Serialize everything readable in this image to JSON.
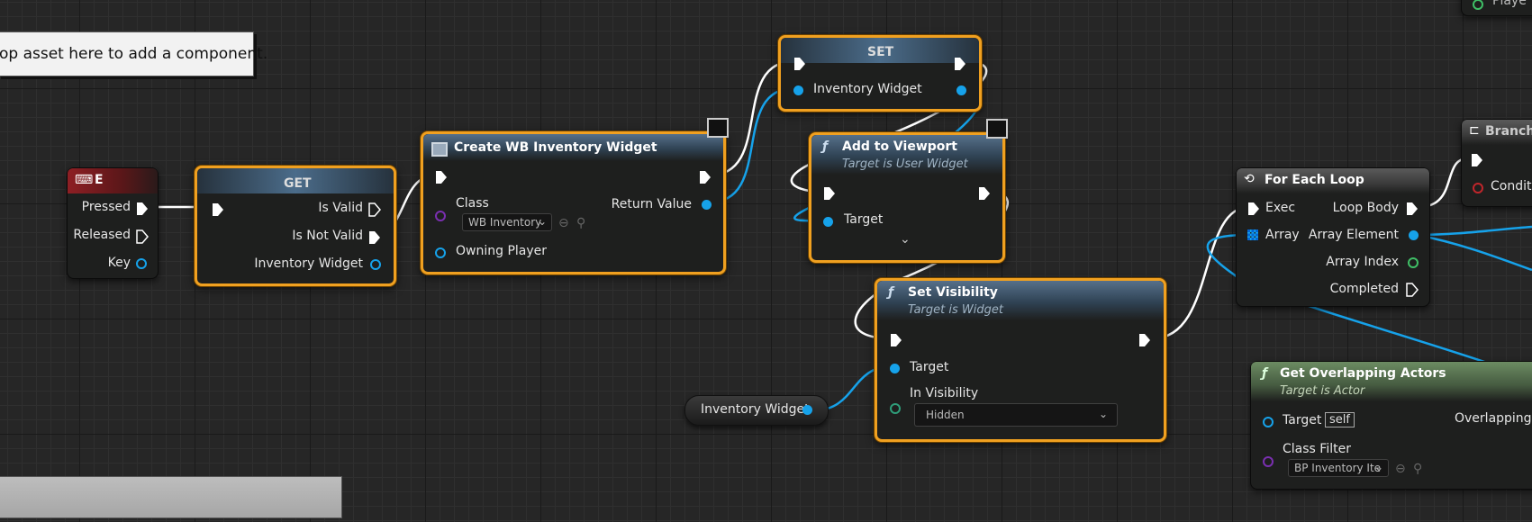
{
  "hint": "op asset here to add a component.",
  "nodes": {
    "key_e": {
      "title": "E",
      "pins": [
        "Pressed",
        "Released",
        "Key"
      ]
    },
    "get": {
      "title": "GET",
      "pins": [
        "Is Valid",
        "Is Not Valid",
        "Inventory Widget"
      ]
    },
    "create": {
      "title": "Create WB Inventory Widget",
      "class_label": "Class",
      "class_value": "WB Inventory",
      "owning": "Owning Player",
      "ret": "Return Value"
    },
    "set": {
      "title": "SET",
      "pin": "Inventory Widget"
    },
    "add_vp": {
      "title": "Add to Viewport",
      "subtitle": "Target is User Widget",
      "target": "Target"
    },
    "set_vis": {
      "title": "Set Visibility",
      "subtitle": "Target is Widget",
      "target": "Target",
      "in_vis": "In Visibility",
      "vis_value": "Hidden"
    },
    "inv_var": {
      "label": "Inventory Widget"
    },
    "foreach": {
      "title": "For Each Loop",
      "exec": "Exec",
      "array": "Array",
      "loop_body": "Loop Body",
      "array_elem": "Array Element",
      "array_idx": "Array Index",
      "completed": "Completed"
    },
    "branch": {
      "title": "Branch",
      "condition": "Condit"
    },
    "overlap": {
      "title": "Get Overlapping Actors",
      "subtitle": "Target is Actor",
      "target": "Target",
      "self": "self",
      "class_filter": "Class Filter",
      "filter_value": "BP Inventory Ite",
      "out": "Overlapping A"
    },
    "player": {
      "label": "Playe"
    }
  },
  "colors": {
    "exec": "#ffffff",
    "object": "#16a2ea",
    "selection": "#f0a020"
  }
}
